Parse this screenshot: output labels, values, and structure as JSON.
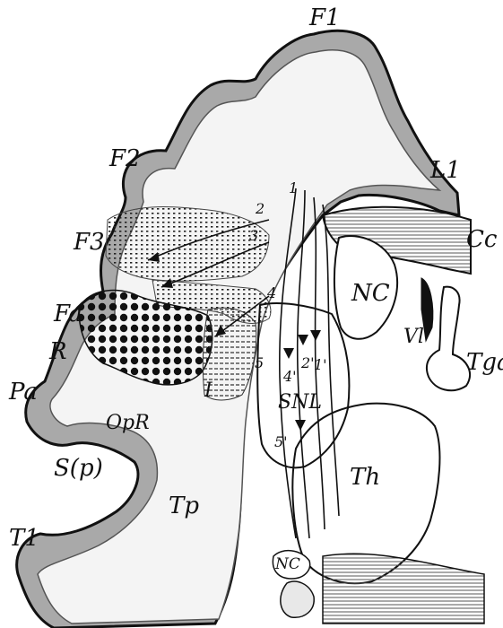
{
  "colors": {
    "cortex_gray": "#a9a9a9",
    "outline": "#111111",
    "white_matter": "#f4f4f4",
    "background": "#ffffff"
  },
  "labels": {
    "F1": "F1",
    "F2": "F2",
    "F3": "F3",
    "L1": "L1",
    "Cc": "Cc",
    "NC": "NC",
    "Vl": "Vl",
    "Tga": "Tga",
    "Fa": "Fa",
    "R": "R",
    "Pa": "Pa",
    "OpR": "OpR",
    "I": "I",
    "Sp": "S(p)",
    "Tp": "Tp",
    "T1": "T1",
    "Th": "Th",
    "SNL": "SNL",
    "NCsmall": "NC"
  },
  "pathway_numbers": [
    "1",
    "2",
    "3",
    "4",
    "5",
    "2'",
    "1'",
    "4'",
    "5'"
  ]
}
